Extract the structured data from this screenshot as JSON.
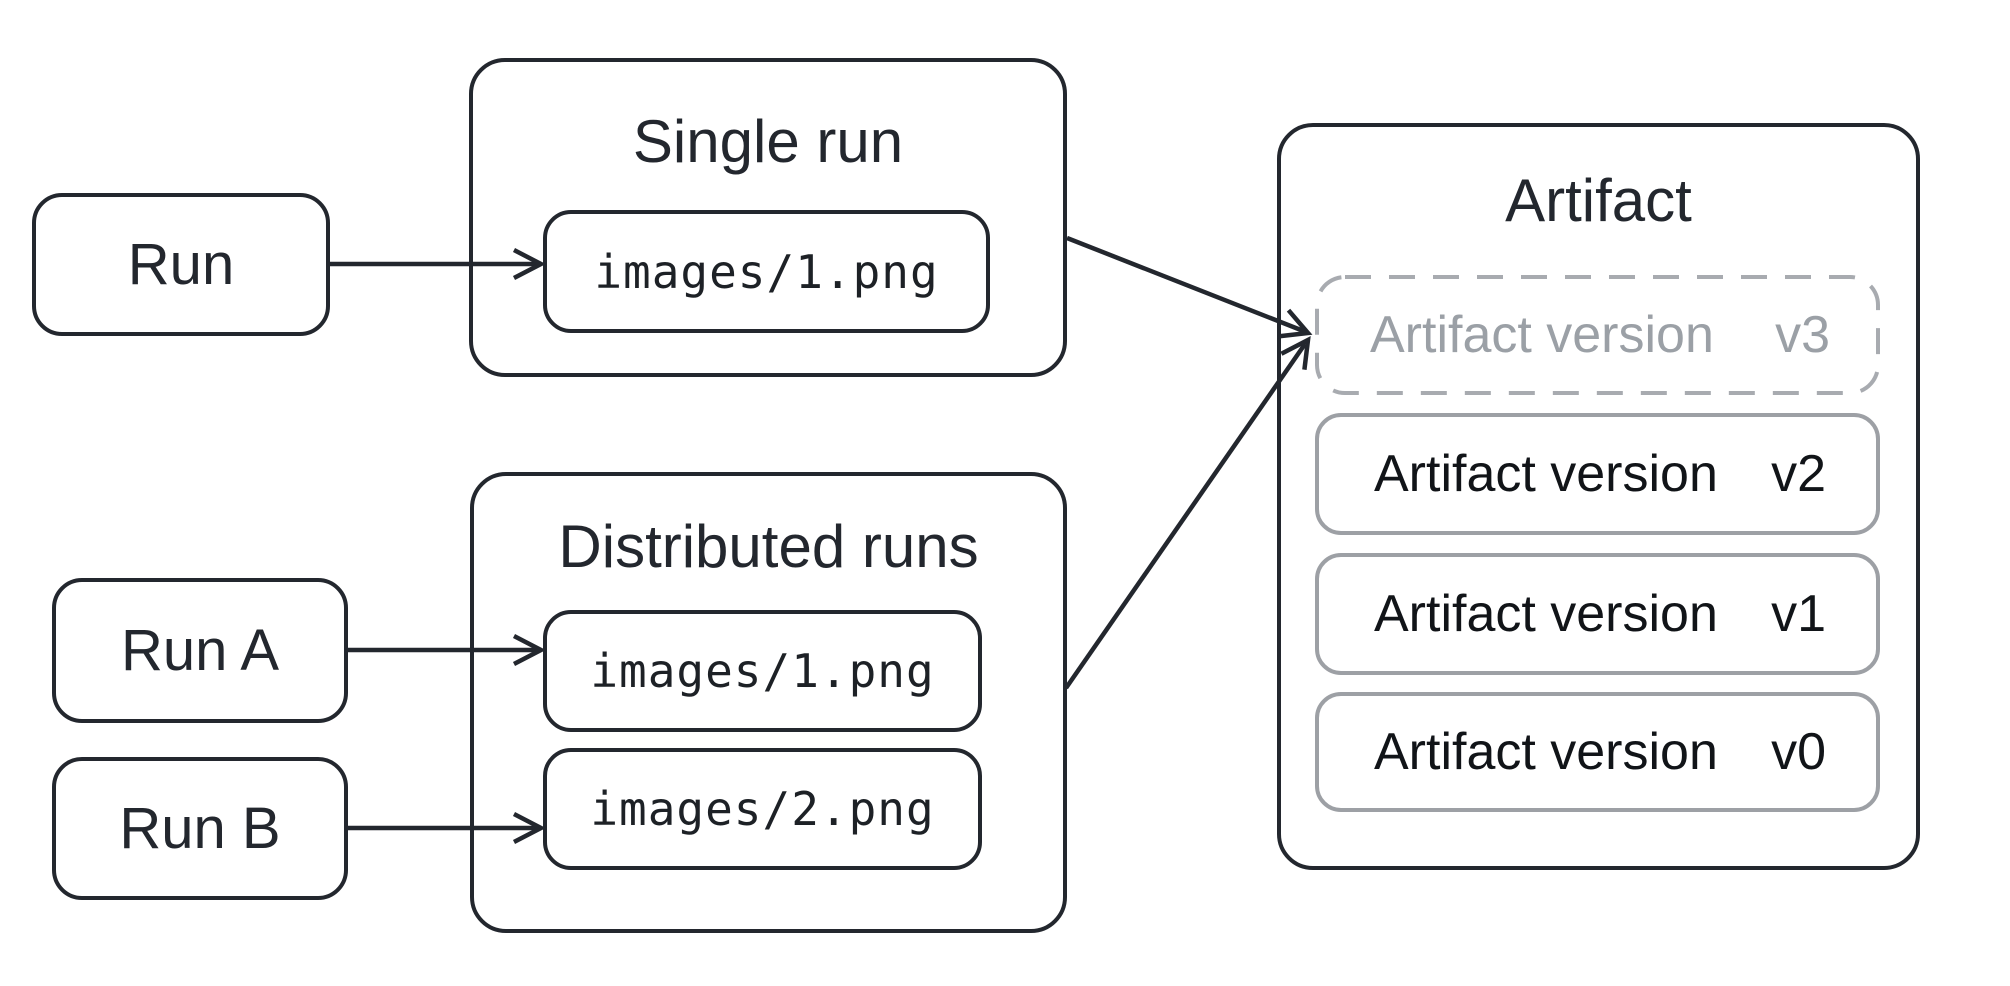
{
  "colors": {
    "ink": "#23272e",
    "gray": "#9da0a5",
    "gray_text": "#9ba0a6",
    "mono_ink": "#1d2126",
    "bg": "#ffffff"
  },
  "nodes": {
    "run": {
      "label": "Run"
    },
    "run_a": {
      "label": "Run A"
    },
    "run_b": {
      "label": "Run B"
    }
  },
  "single_run": {
    "title": "Single run",
    "file": "images/1.png"
  },
  "distributed_runs": {
    "title": "Distributed runs",
    "files": [
      "images/1.png",
      "images/2.png"
    ]
  },
  "artifact": {
    "title": "Artifact",
    "versions": [
      {
        "label": "Artifact version",
        "tag": "v3",
        "style": "dashed"
      },
      {
        "label": "Artifact version",
        "tag": "v2",
        "style": "solid"
      },
      {
        "label": "Artifact version",
        "tag": "v1",
        "style": "solid"
      },
      {
        "label": "Artifact version",
        "tag": "v0",
        "style": "solid"
      }
    ]
  }
}
